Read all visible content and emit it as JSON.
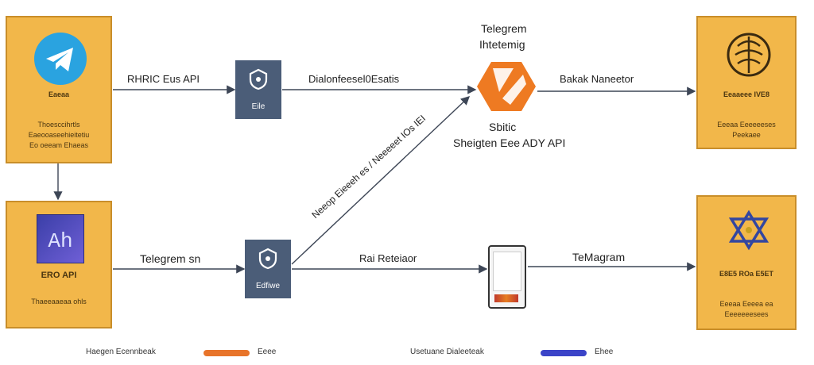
{
  "boxes": {
    "top_left": {
      "title": "Eaeaa",
      "line1": "Thoesccihrtls",
      "line2": "Eaeooaseehieitetiu",
      "line3": "Eo oeeam Ehaeas"
    },
    "bottom_left": {
      "title": "ERO API",
      "subtitle": "Thaeeaaeaa ohls",
      "chart_glyph": "Ah"
    },
    "top_right": {
      "title": "Eeaaeee IVE8",
      "line1": "Eeeaa Eeeeeeses",
      "line2": "Peekaee"
    },
    "bottom_right": {
      "title": "E8E5 ROa E5ET",
      "line1": "Eeeaa Eeeea ea",
      "line2": "Eeeeeeesees"
    }
  },
  "labels": {
    "edge_top_left": "RHRIC Eus API",
    "edge_top_mid": "Dialonfeesel0Esatis",
    "node_top": "Eile",
    "node_bottom": "Edfiwe",
    "edge_bottom_left": "Telegrem sn",
    "diagonal": "Neeop Eieeeh es / Neeeeet IOs IEI",
    "center_title_1": "Telegrem",
    "center_title_2": "Ihtetemig",
    "center_sub_1": "Sbitic",
    "center_sub_2": "Sheigten Eee ADY API",
    "edge_top_right": "Bakak Naneetor",
    "edge_bottom_mid": "Rai Reteiaor",
    "edge_bottom_right": "TeMagram"
  },
  "legend": [
    {
      "label": "Haegen Ecennbeak",
      "swatch_label": "Eeee",
      "color": "#e8742a"
    },
    {
      "label": "Usetuane Dialeeteak",
      "swatch_label": "Ehee",
      "color": "#3b44c8"
    }
  ],
  "colors": {
    "box_fill": "#f2b74a",
    "node_fill": "#4b5d78",
    "telegram_blue": "#2aa3e0",
    "logo_orange": "#ee7a22",
    "arrow": "#3d4656"
  },
  "icons": [
    "telegram-icon",
    "chart-icon",
    "shield-icon",
    "logo-icon",
    "brain-icon",
    "star-of-david-icon",
    "phone-icon"
  ]
}
